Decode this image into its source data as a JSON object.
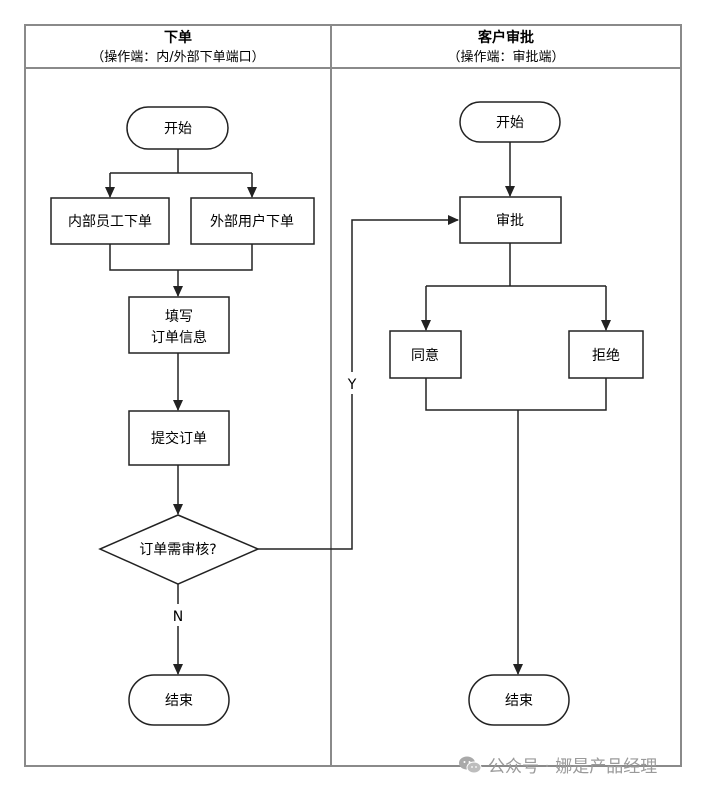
{
  "lanes": [
    {
      "title": "下单",
      "subtitle": "（操作端：内/外部下单端口）"
    },
    {
      "title": "客户审批",
      "subtitle": "（操作端：审批端）"
    }
  ],
  "nodes": {
    "start_left": "开始",
    "internal_order": "内部员工下单",
    "external_order": "外部用户下单",
    "fill_line1": "填写",
    "fill_line2": "订单信息",
    "submit": "提交订单",
    "decision": "订单需审核?",
    "end_left": "结束",
    "start_right": "开始",
    "approve": "审批",
    "agree": "同意",
    "reject": "拒绝",
    "end_right": "结束"
  },
  "edges": {
    "yes_label": "Y",
    "no_label": "N"
  },
  "watermark": {
    "icon": "wechat-icon",
    "text": "公众号 · 娜是产品经理"
  }
}
